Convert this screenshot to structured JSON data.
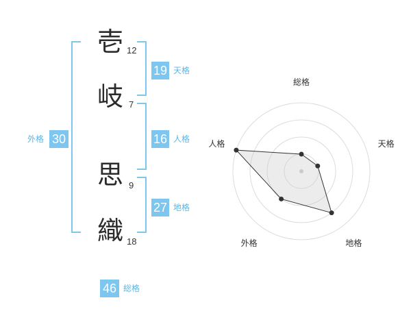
{
  "name_chars": [
    {
      "char": "壱",
      "strokes": "12"
    },
    {
      "char": "岐",
      "strokes": "7"
    },
    {
      "char": "思",
      "strokes": "9"
    },
    {
      "char": "織",
      "strokes": "18"
    }
  ],
  "fortunes": {
    "tenkaku": {
      "value": "19",
      "label": "天格"
    },
    "jinkaku": {
      "value": "16",
      "label": "人格"
    },
    "chikaku": {
      "value": "27",
      "label": "地格"
    },
    "gaikaku": {
      "value": "30",
      "label": "外格"
    },
    "soukaku": {
      "value": "46",
      "label": "総格"
    }
  },
  "colors": {
    "accent": "#7cc6f0",
    "accent_text": "#5bb6e8",
    "radar_fill": "#eeeeee",
    "radar_line": "#333333"
  },
  "chart_data": {
    "type": "radar",
    "axes": [
      "総格",
      "天格",
      "地格",
      "外格",
      "人格"
    ],
    "values": [
      1,
      1,
      3,
      2,
      4
    ],
    "rmax": 4,
    "rings": 4
  }
}
